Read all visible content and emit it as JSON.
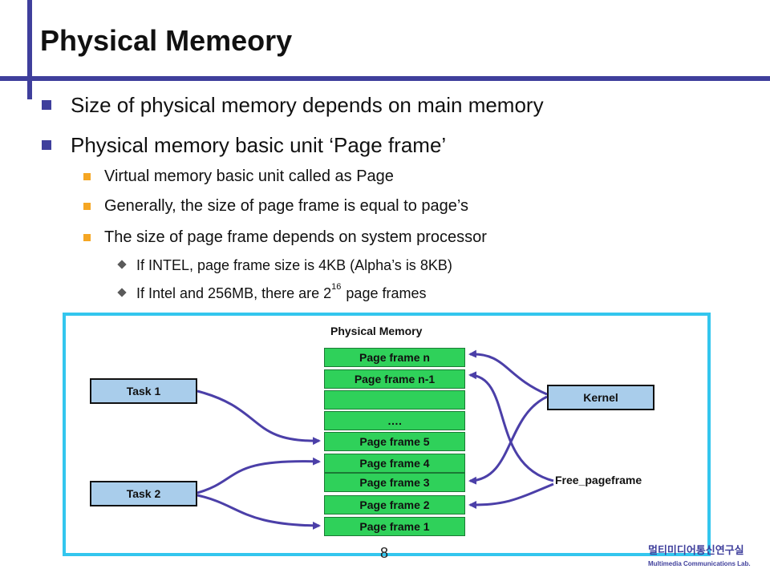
{
  "slide": {
    "title": "Physical Memeory",
    "bullets_l1": [
      "Size of physical memory depends on main memory",
      "Physical memory basic unit ‘Page frame’"
    ],
    "bullets_l2": [
      "Virtual memory basic unit called as Page",
      "Generally, the size of page frame is equal to page’s",
      "The size of page frame depends on system processor"
    ],
    "bullets_l3": [
      "If INTEL, page frame size is 4KB (Alpha’s is 8KB)"
    ],
    "bullet_l3_power": {
      "before": "If Intel and 256MB, there are 2",
      "exponent": "16",
      "after": "page frames"
    },
    "page_number": "8"
  },
  "diagram": {
    "title": "Physical Memory",
    "frames": [
      "Page frame n",
      "Page frame n-1",
      "",
      "….",
      "Page frame 5",
      "Page frame 4",
      "Page frame 3",
      "Page frame 2",
      "Page frame 1"
    ],
    "task1": "Task 1",
    "task2": "Task 2",
    "kernel": "Kernel",
    "free_label": "Free_pageframe",
    "colors": {
      "frame_fill": "#2fd15a",
      "box_fill": "#a9cdeb",
      "border": "#33c6ee",
      "arrow": "#4b3fa8"
    }
  },
  "logo": {
    "korean": "멀티미디어통신연구실",
    "english": "Multimedia Communications Lab."
  }
}
